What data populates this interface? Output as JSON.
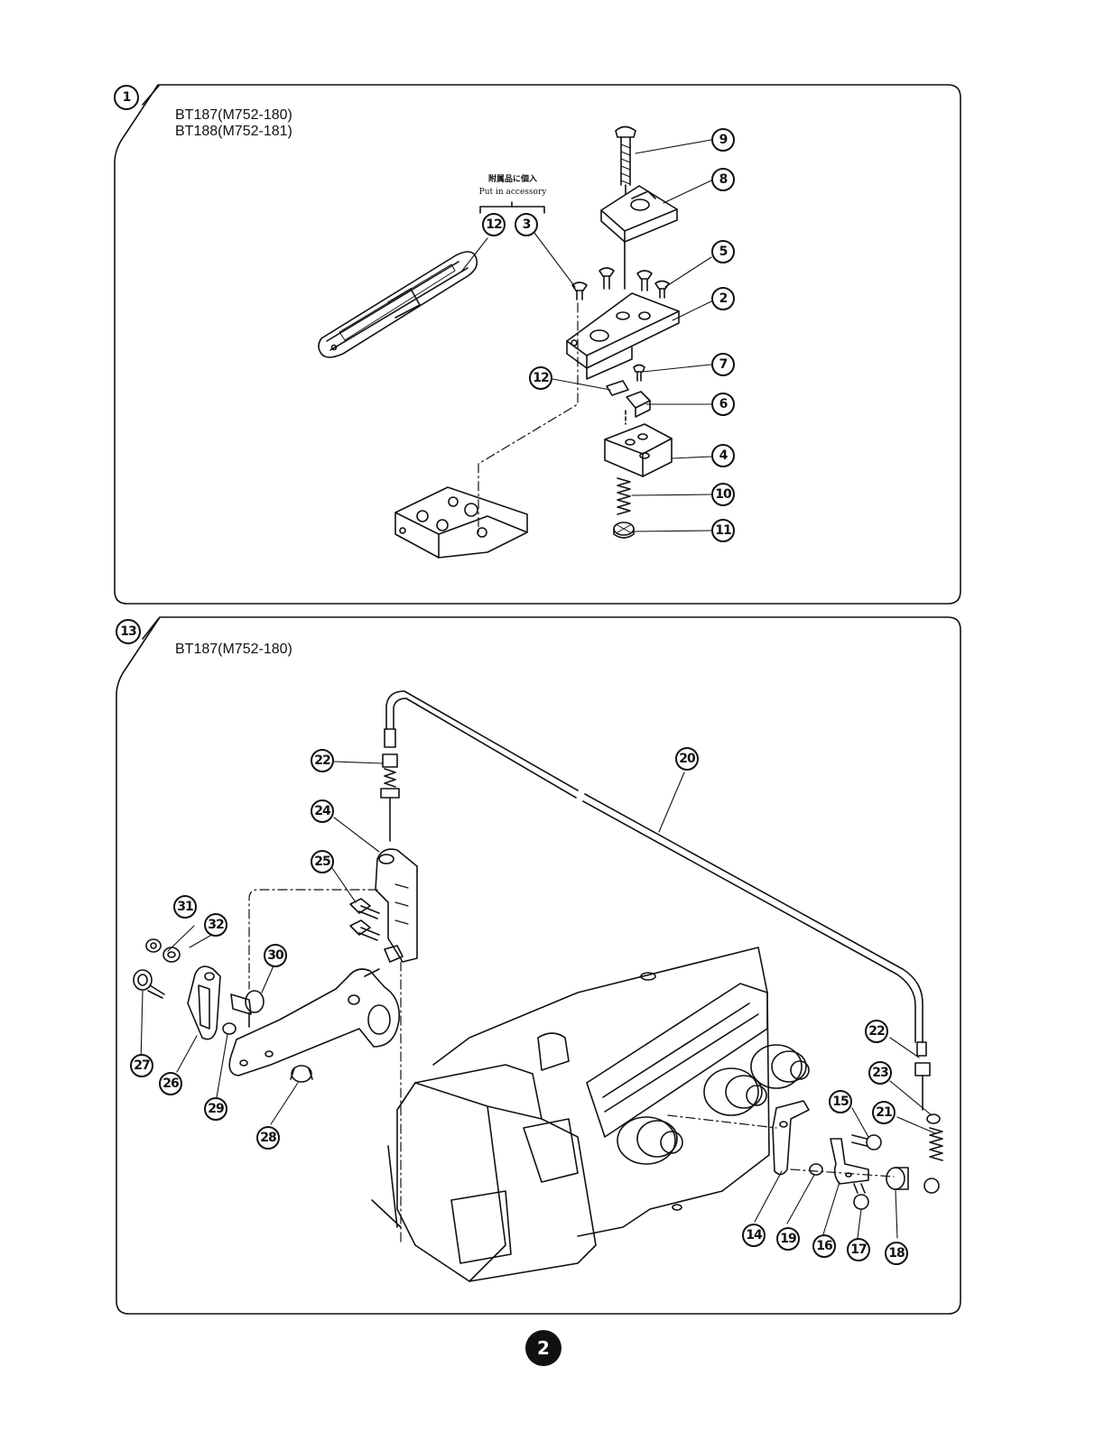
{
  "sections": [
    {
      "number": "1",
      "models": [
        "BT187(M752-180)",
        "BT188(M752-181)"
      ],
      "accessory_note_jp": "附属品に個入",
      "accessory_note_en": "Put in accessory"
    },
    {
      "number": "13",
      "models": [
        "BT187(M752-180)"
      ]
    }
  ],
  "callouts": {
    "c9": "9",
    "c8": "8",
    "c5": "5",
    "c2": "2",
    "c7": "7",
    "c6": "6",
    "c4": "4",
    "c10": "10",
    "c11": "11",
    "c12a": "12",
    "c3": "3",
    "c12b": "12",
    "c22a": "22",
    "c20": "20",
    "c24": "24",
    "c25": "25",
    "c31": "31",
    "c32": "32",
    "c30": "30",
    "c27": "27",
    "c26": "26",
    "c29": "29",
    "c28": "28",
    "c22b": "22",
    "c23": "23",
    "c15": "15",
    "c21": "21",
    "c14": "14",
    "c19": "19",
    "c16": "16",
    "c17": "17",
    "c18": "18"
  },
  "page_number": "2"
}
